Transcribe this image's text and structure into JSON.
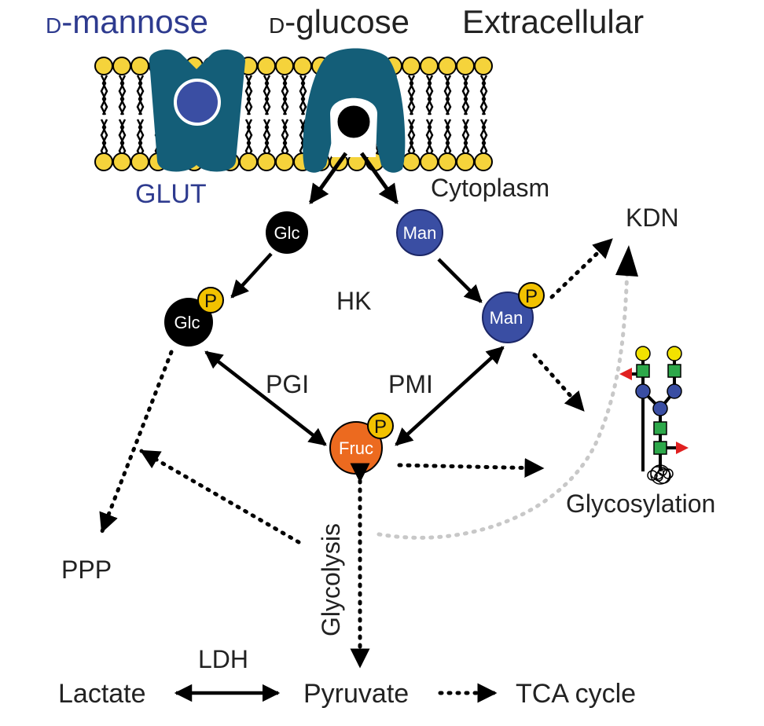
{
  "labels": {
    "mannose_prefix": "D",
    "mannose_name": "-mannose",
    "glucose_prefix": "D",
    "glucose_name": "-glucose",
    "extracellular": "Extracellular",
    "glut": "GLUT",
    "cytoplasm": "Cytoplasm",
    "hk": "HK",
    "pgi": "PGI",
    "pmi": "PMI",
    "kdn": "KDN",
    "glycosylation": "Glycosylation",
    "glycolysis": "Glycolysis",
    "ppp": "PPP",
    "ldh": "LDH",
    "lactate": "Lactate",
    "pyruvate": "Pyruvate",
    "tca_cycle": "TCA cycle"
  },
  "nodes": {
    "glc": "Glc",
    "man": "Man",
    "glc6p": "Glc",
    "man6p": "Man",
    "fruc6p": "Fruc",
    "phosphate": "P"
  },
  "colors": {
    "transporter": "#145e78",
    "mannose_blue": "#3a4ea3",
    "glucose_black": "#000000",
    "fructose_orange": "#ec6a1f",
    "phosphate_yellow": "#f2c200",
    "lipid_head": "#f5d33b",
    "glycan_green": "#2da84a",
    "glycan_red": "#e02020",
    "label_blue": "#2e3b8f",
    "dotted_gray": "#c8c8c8"
  }
}
